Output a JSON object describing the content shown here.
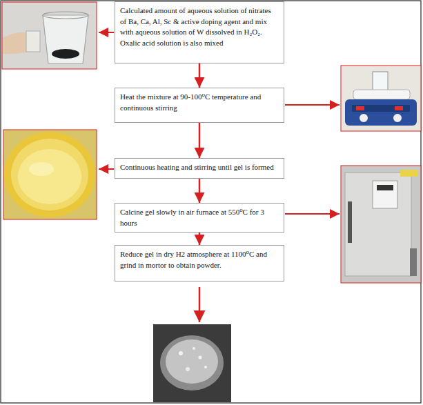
{
  "diagram": {
    "nodes": [
      {
        "text": [
          "Calculated amount of aqueous solution of nitrates of Ba, Ca, Al, Sc & active doping agent and mix with aqueous solution of W dissolved in H₂O₂. Oxalic acid solution is also mixed"
        ]
      },
      {
        "text": [
          "Heat the mixture at 90-100⁰C temperature and continuous stirring"
        ]
      },
      {
        "text": [
          "Continuous heating and stirring until gel is formed"
        ]
      },
      {
        "text": [
          "Calcine gel slowly in air furnace at 550⁰C for 3 hours"
        ]
      },
      {
        "text": [
          "Reduce gel in dry H2 atmosphere at 1100⁰C and grind in mortor to obtain powder."
        ]
      }
    ],
    "edges": [
      {
        "from": 0,
        "to": 1,
        "arrow": "to"
      },
      {
        "from": 1,
        "to": 2,
        "arrow": "to"
      },
      {
        "from": 2,
        "to": 3,
        "arrow": "to"
      },
      {
        "from": 3,
        "to": 4,
        "arrow": "to"
      }
    ]
  }
}
